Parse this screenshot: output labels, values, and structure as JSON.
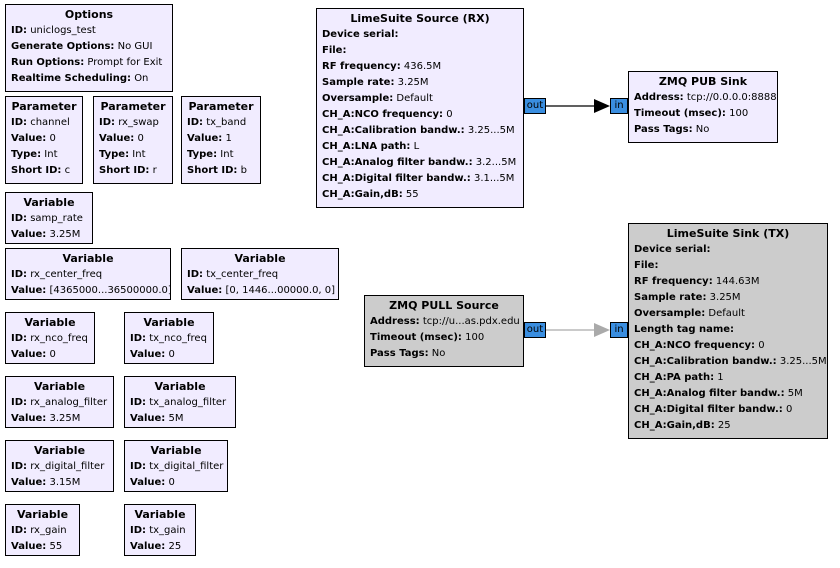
{
  "blocks": {
    "options": {
      "title": "Options",
      "params": [
        {
          "k": "ID:",
          "v": "uniclogs_test"
        },
        {
          "k": "Generate Options:",
          "v": "No GUI"
        },
        {
          "k": "Run Options:",
          "v": "Prompt for Exit"
        },
        {
          "k": "Realtime Scheduling:",
          "v": "On"
        }
      ]
    },
    "param_channel": {
      "title": "Parameter",
      "params": [
        {
          "k": "ID:",
          "v": "channel"
        },
        {
          "k": "Value:",
          "v": "0"
        },
        {
          "k": "Type:",
          "v": "Int"
        },
        {
          "k": "Short ID:",
          "v": "c"
        }
      ]
    },
    "param_rx_swap": {
      "title": "Parameter",
      "params": [
        {
          "k": "ID:",
          "v": "rx_swap"
        },
        {
          "k": "Value:",
          "v": "0"
        },
        {
          "k": "Type:",
          "v": "Int"
        },
        {
          "k": "Short ID:",
          "v": "r"
        }
      ]
    },
    "param_tx_band": {
      "title": "Parameter",
      "params": [
        {
          "k": "ID:",
          "v": "tx_band"
        },
        {
          "k": "Value:",
          "v": "1"
        },
        {
          "k": "Type:",
          "v": "Int"
        },
        {
          "k": "Short ID:",
          "v": "b"
        }
      ]
    },
    "var_samp_rate": {
      "title": "Variable",
      "params": [
        {
          "k": "ID:",
          "v": "samp_rate"
        },
        {
          "k": "Value:",
          "v": "3.25M"
        }
      ]
    },
    "var_rx_center_freq": {
      "title": "Variable",
      "params": [
        {
          "k": "ID:",
          "v": "rx_center_freq"
        },
        {
          "k": "Value:",
          "v": "[4365000...36500000.0]"
        }
      ]
    },
    "var_tx_center_freq": {
      "title": "Variable",
      "params": [
        {
          "k": "ID:",
          "v": "tx_center_freq"
        },
        {
          "k": "Value:",
          "v": "[0, 1446...00000.0, 0]"
        }
      ]
    },
    "var_rx_nco_freq": {
      "title": "Variable",
      "params": [
        {
          "k": "ID:",
          "v": "rx_nco_freq"
        },
        {
          "k": "Value:",
          "v": "0"
        }
      ]
    },
    "var_tx_nco_freq": {
      "title": "Variable",
      "params": [
        {
          "k": "ID:",
          "v": "tx_nco_freq"
        },
        {
          "k": "Value:",
          "v": "0"
        }
      ]
    },
    "var_rx_analog_filter": {
      "title": "Variable",
      "params": [
        {
          "k": "ID:",
          "v": "rx_analog_filter"
        },
        {
          "k": "Value:",
          "v": "3.25M"
        }
      ]
    },
    "var_tx_analog_filter": {
      "title": "Variable",
      "params": [
        {
          "k": "ID:",
          "v": "tx_analog_filter"
        },
        {
          "k": "Value:",
          "v": "5M"
        }
      ]
    },
    "var_rx_digital_filter": {
      "title": "Variable",
      "params": [
        {
          "k": "ID:",
          "v": "rx_digital_filter"
        },
        {
          "k": "Value:",
          "v": "3.15M"
        }
      ]
    },
    "var_tx_digital_filter": {
      "title": "Variable",
      "params": [
        {
          "k": "ID:",
          "v": "tx_digital_filter"
        },
        {
          "k": "Value:",
          "v": "0"
        }
      ]
    },
    "var_rx_gain": {
      "title": "Variable",
      "params": [
        {
          "k": "ID:",
          "v": "rx_gain"
        },
        {
          "k": "Value:",
          "v": "55"
        }
      ]
    },
    "var_tx_gain": {
      "title": "Variable",
      "params": [
        {
          "k": "ID:",
          "v": "tx_gain"
        },
        {
          "k": "Value:",
          "v": "25"
        }
      ]
    },
    "limesuite_source": {
      "title": "LimeSuite Source (RX)",
      "params": [
        {
          "k": "Device serial:",
          "v": ""
        },
        {
          "k": "File:",
          "v": ""
        },
        {
          "k": "RF frequency:",
          "v": "436.5M"
        },
        {
          "k": "Sample rate:",
          "v": "3.25M"
        },
        {
          "k": "Oversample:",
          "v": "Default"
        },
        {
          "k": "CH_A:NCO frequency:",
          "v": "0"
        },
        {
          "k": "CH_A:Calibration bandw.:",
          "v": "3.25...5M"
        },
        {
          "k": "CH_A:LNA path:",
          "v": "L"
        },
        {
          "k": "CH_A:Analog filter bandw.:",
          "v": "3.2...5M"
        },
        {
          "k": "CH_A:Digital filter bandw.:",
          "v": "3.1...5M"
        },
        {
          "k": "CH_A:Gain,dB:",
          "v": "55"
        }
      ]
    },
    "zmq_pub_sink": {
      "title": "ZMQ PUB Sink",
      "params": [
        {
          "k": "Address:",
          "v": "tcp://0.0.0.0:8888"
        },
        {
          "k": "Timeout (msec):",
          "v": "100"
        },
        {
          "k": "Pass Tags:",
          "v": "No"
        }
      ]
    },
    "zmq_pull_source": {
      "title": "ZMQ PULL Source",
      "params": [
        {
          "k": "Address:",
          "v": "tcp://u...as.pdx.edu"
        },
        {
          "k": "Timeout (msec):",
          "v": "100"
        },
        {
          "k": "Pass Tags:",
          "v": "No"
        }
      ]
    },
    "limesuite_sink": {
      "title": "LimeSuite Sink (TX)",
      "params": [
        {
          "k": "Device serial:",
          "v": ""
        },
        {
          "k": "File:",
          "v": ""
        },
        {
          "k": "RF frequency:",
          "v": "144.63M"
        },
        {
          "k": "Sample rate:",
          "v": "3.25M"
        },
        {
          "k": "Oversample:",
          "v": "Default"
        },
        {
          "k": "Length tag name:",
          "v": ""
        },
        {
          "k": "CH_A:NCO frequency:",
          "v": "0"
        },
        {
          "k": "CH_A:Calibration bandw.:",
          "v": "3.25...5M"
        },
        {
          "k": "CH_A:PA path:",
          "v": "1"
        },
        {
          "k": "CH_A:Analog filter bandw.:",
          "v": "5M"
        },
        {
          "k": "CH_A:Digital filter bandw.:",
          "v": "0"
        },
        {
          "k": "CH_A:Gain,dB:",
          "v": "25"
        }
      ]
    }
  },
  "ports": {
    "source_out": "out",
    "pub_in": "in",
    "pull_out": "out",
    "sink_in": "in"
  },
  "connections": [
    {
      "from": "limesuite_source.out",
      "to": "zmq_pub_sink.in",
      "state": "enabled"
    },
    {
      "from": "zmq_pull_source.out",
      "to": "limesuite_sink.in",
      "state": "disabled"
    }
  ],
  "colors": {
    "block_fill": "#f1ecff",
    "disabled_fill": "#cccccc",
    "port_fill": "#3a8ee0",
    "wire_enabled": "#000000",
    "wire_disabled": "#aaaaaa"
  }
}
